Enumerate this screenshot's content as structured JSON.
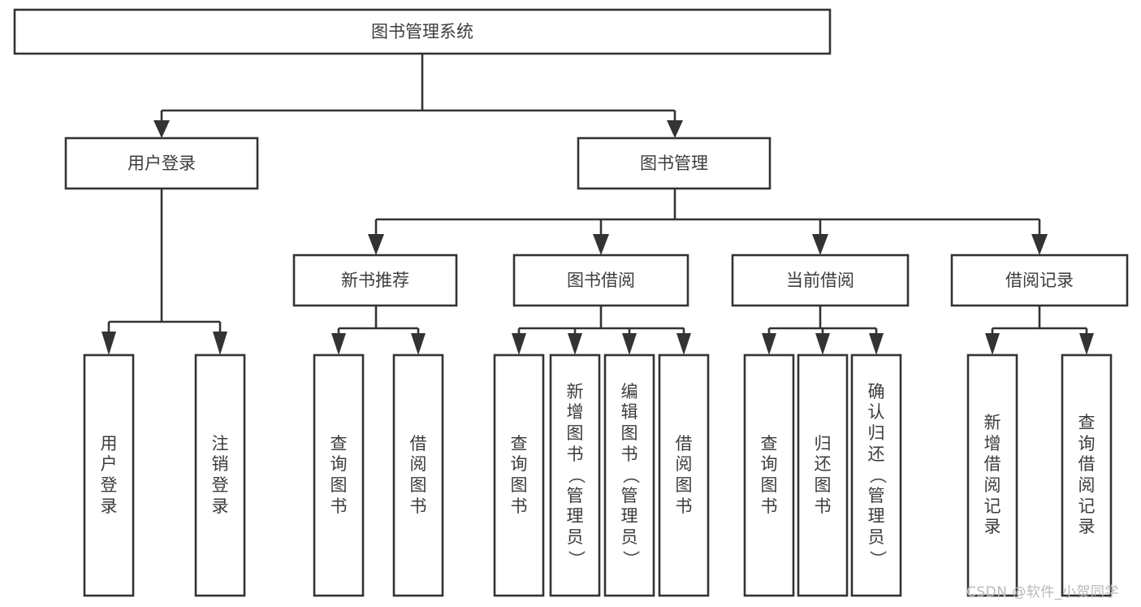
{
  "diagram": {
    "type": "tree-hierarchy",
    "title": "图书管理系统",
    "orientation": "top-down",
    "watermark": "CSDN @软件_小贺同学",
    "colors": {
      "box_stroke": "#333333",
      "box_fill": "#ffffff",
      "text": "#3c3c3c",
      "connector": "#333333",
      "watermark": "#b9b9b9",
      "background": "#ffffff"
    },
    "root": {
      "id": "root",
      "label": "图书管理系统",
      "level": 0,
      "orientation": "horizontal"
    },
    "level2": [
      {
        "id": "user-login",
        "label": "用户登录",
        "orientation": "horizontal"
      },
      {
        "id": "book-management",
        "label": "图书管理",
        "orientation": "horizontal"
      }
    ],
    "level3": [
      {
        "id": "new-book-recommend",
        "label": "新书推荐",
        "orientation": "horizontal",
        "parent": "book-management"
      },
      {
        "id": "book-borrow",
        "label": "图书借阅",
        "orientation": "horizontal",
        "parent": "book-management"
      },
      {
        "id": "current-borrow",
        "label": "当前借阅",
        "orientation": "horizontal",
        "parent": "book-management"
      },
      {
        "id": "borrow-record",
        "label": "借阅记录",
        "orientation": "horizontal",
        "parent": "book-management"
      }
    ],
    "leaves": {
      "user-login": [
        {
          "id": "leaf-user-login",
          "label": "用户登录",
          "orientation": "vertical"
        },
        {
          "id": "leaf-user-logout",
          "label": "注销登录",
          "orientation": "vertical"
        }
      ],
      "new-book-recommend": [
        {
          "id": "leaf-query-book-1",
          "label": "查询图书",
          "orientation": "vertical"
        },
        {
          "id": "leaf-borrow-book-1",
          "label": "借阅图书",
          "orientation": "vertical"
        }
      ],
      "book-borrow": [
        {
          "id": "leaf-query-book-2",
          "label": "查询图书",
          "orientation": "vertical"
        },
        {
          "id": "leaf-add-book",
          "label": "新增图书（管理员）",
          "orientation": "vertical"
        },
        {
          "id": "leaf-edit-book",
          "label": "编辑图书（管理员）",
          "orientation": "vertical"
        },
        {
          "id": "leaf-borrow-book-2",
          "label": "借阅图书",
          "orientation": "vertical"
        }
      ],
      "current-borrow": [
        {
          "id": "leaf-query-book-3",
          "label": "查询图书",
          "orientation": "vertical"
        },
        {
          "id": "leaf-return-book",
          "label": "归还图书",
          "orientation": "vertical"
        },
        {
          "id": "leaf-confirm-return",
          "label": "确认归还（管理员）",
          "orientation": "vertical"
        }
      ],
      "borrow-record": [
        {
          "id": "leaf-add-record",
          "label": "新增借阅记录",
          "orientation": "vertical"
        },
        {
          "id": "leaf-query-record",
          "label": "查询借阅记录",
          "orientation": "vertical"
        }
      ]
    }
  }
}
